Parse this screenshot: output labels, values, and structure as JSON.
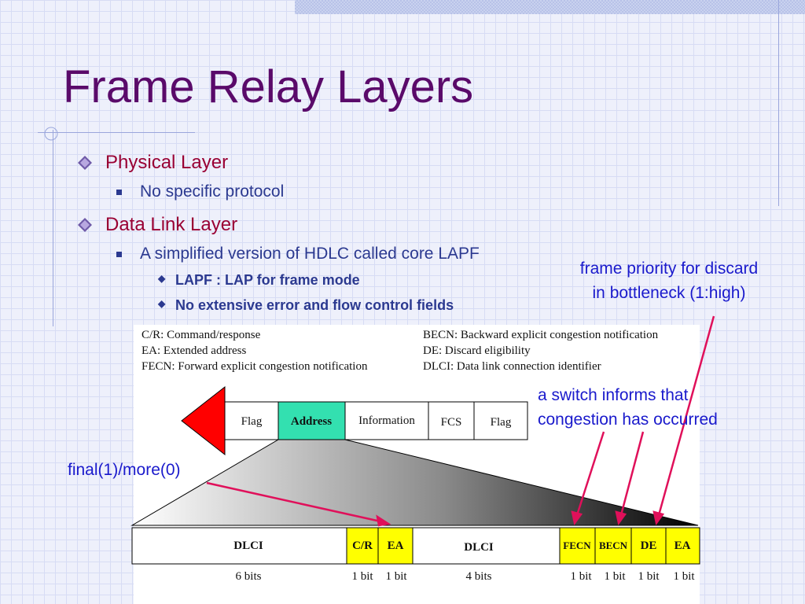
{
  "title": "Frame Relay Layers",
  "bullets": {
    "physical_layer": "Physical Layer",
    "no_specific_protocol": "No specific protocol",
    "data_link_layer": "Data Link Layer",
    "simplified_version": "A simplified version of HDLC called core LAPF",
    "lapf": "LAPF : LAP for frame mode",
    "no_extensive": "No extensive error and flow control fields"
  },
  "notes": {
    "priority_line1": "frame priority for discard",
    "priority_line2": "in bottleneck (1:high)",
    "switch_line1": "a switch informs that",
    "switch_line2": "congestion has occurred",
    "final_more": "final(1)/more(0)"
  },
  "definitions": {
    "cr": "C/R: Command/response",
    "ea": "EA: Extended address",
    "fecn": "FECN: Forward explicit congestion notification",
    "becn": "BECN: Backward explicit congestion notification",
    "de": "DE: Discard eligibility",
    "dlci": "DLCI: Data link connection identifier"
  },
  "frame": {
    "flag1": "Flag",
    "address": "Address",
    "information": "Information",
    "fcs": "FCS",
    "flag2": "Flag"
  },
  "address_fields": {
    "dlci1": "DLCI",
    "cr": "C/R",
    "ea1": "EA",
    "dlci2": "DLCI",
    "fecn": "FECN",
    "becn": "BECN",
    "de": "DE",
    "ea2": "EA"
  },
  "bit_labels": {
    "dlci1": "6 bits",
    "cr": "1 bit",
    "ea1": "1 bit",
    "dlci2": "4 bits",
    "fecn": "1 bit",
    "becn": "1 bit",
    "de": "1 bit",
    "ea2": "1 bit"
  },
  "colors": {
    "title": "#5a0a6a",
    "level1": "#990033",
    "level2": "#2b3990",
    "note": "#1a1acc",
    "arrow": "#e0105a",
    "address_fill": "#33e0b0",
    "highlight_fill": "#ffff00",
    "arrow_head_red": "#ff0000"
  }
}
